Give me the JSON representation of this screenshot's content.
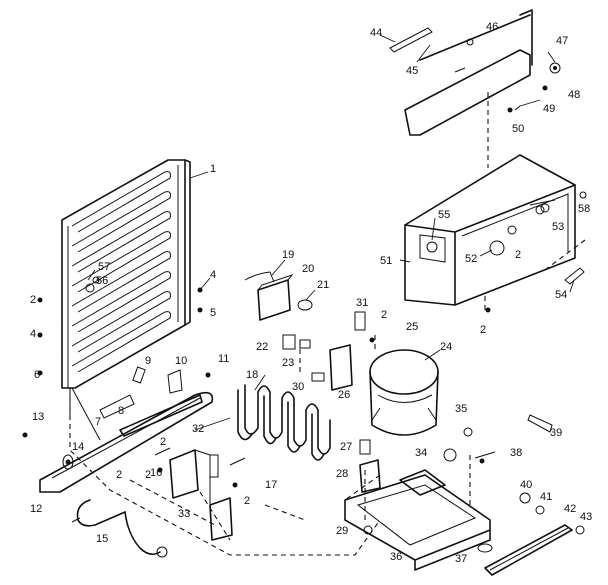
{
  "diagram": {
    "labels": [
      "1",
      "2",
      "2",
      "2",
      "2",
      "2",
      "2",
      "2",
      "2",
      "4",
      "4",
      "5",
      "6",
      "7",
      "8",
      "9",
      "10",
      "11",
      "12",
      "13",
      "14",
      "15",
      "16",
      "17",
      "18",
      "19",
      "20",
      "21",
      "22",
      "23",
      "24",
      "25",
      "26",
      "27",
      "28",
      "29",
      "30",
      "31",
      "32",
      "33",
      "34",
      "35",
      "36",
      "37",
      "38",
      "39",
      "40",
      "41",
      "42",
      "43",
      "44",
      "45",
      "46",
      "47",
      "48",
      "49",
      "50",
      "51",
      "52",
      "53",
      "54",
      "55",
      "56",
      "57",
      "58"
    ]
  }
}
